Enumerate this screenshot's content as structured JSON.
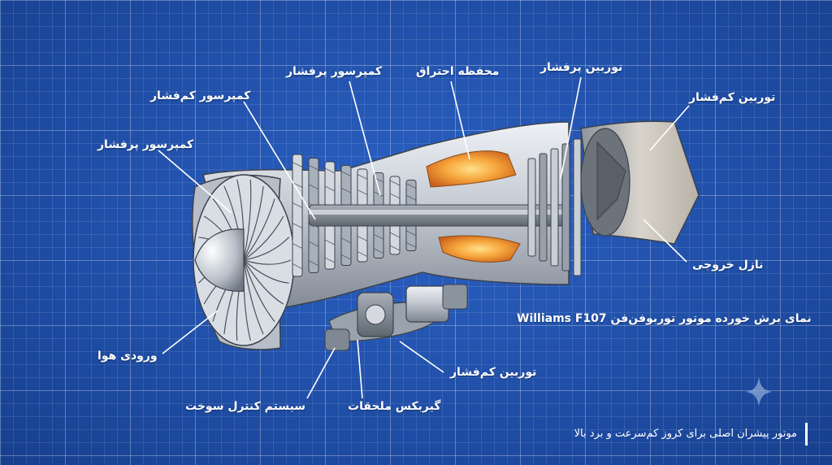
{
  "labels": {
    "inlet": "ورودی هوا",
    "fan": "کمپرسور پرفشار",
    "lp_compressor": "کمپرسور کم‌فشار",
    "hp_compressor": "کمپرسور پرفشار",
    "combustor": "محفظه احتراق",
    "hp_turbine": "توربین پرفشار",
    "lp_turbine_top": "توربین کم‌فشار",
    "nozzle": "نازل خروجی",
    "lp_turbine_bottom": "توربین کم‌فشار",
    "gearbox": "گیربکس ملحقات",
    "fuel_control": "سیستم کنترل سوخت"
  },
  "caption": "نمای برش خورده موتور توربوفن‌فن Williams F107",
  "footer": "موتور پیشران اصلی برای کروز کم‌سرعت و برد بالا",
  "colors": {
    "background": "#1f4fa8",
    "metal": "#c9ced6",
    "flame": "#f29a2e",
    "text": "#ffffff"
  },
  "icons": {
    "sparkle": "sparkle-icon"
  }
}
